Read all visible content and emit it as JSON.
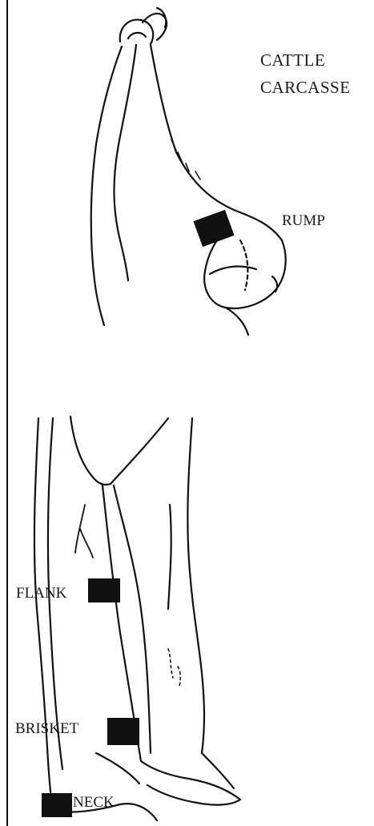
{
  "diagram": {
    "title_line1": "CATTLE",
    "title_line2": "CARCASSE",
    "sites": {
      "rump": "RUMP",
      "flank": "FLANK",
      "brisket": "BRISKET",
      "neck": "NECK"
    }
  }
}
